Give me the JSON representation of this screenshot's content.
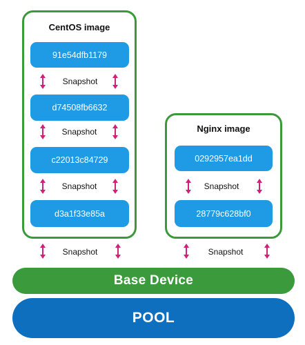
{
  "centos": {
    "title": "CentOS image",
    "layers": [
      "91e54dfb1179",
      "d74508fb6632",
      "c22013c84729",
      "d3a1f33e85a"
    ]
  },
  "nginx": {
    "title": "Nginx image",
    "layers": [
      "0292957ea1dd",
      "28779c628bf0"
    ]
  },
  "snapshot_label": "Snapshot",
  "base_device": "Base Device",
  "pool": "POOL",
  "colors": {
    "panel_border": "#3a9a3a",
    "layer_fill": "#1f9be6",
    "arrow": "#d0207a",
    "base_device": "#3b9a3b",
    "pool": "#0f6fbf"
  }
}
